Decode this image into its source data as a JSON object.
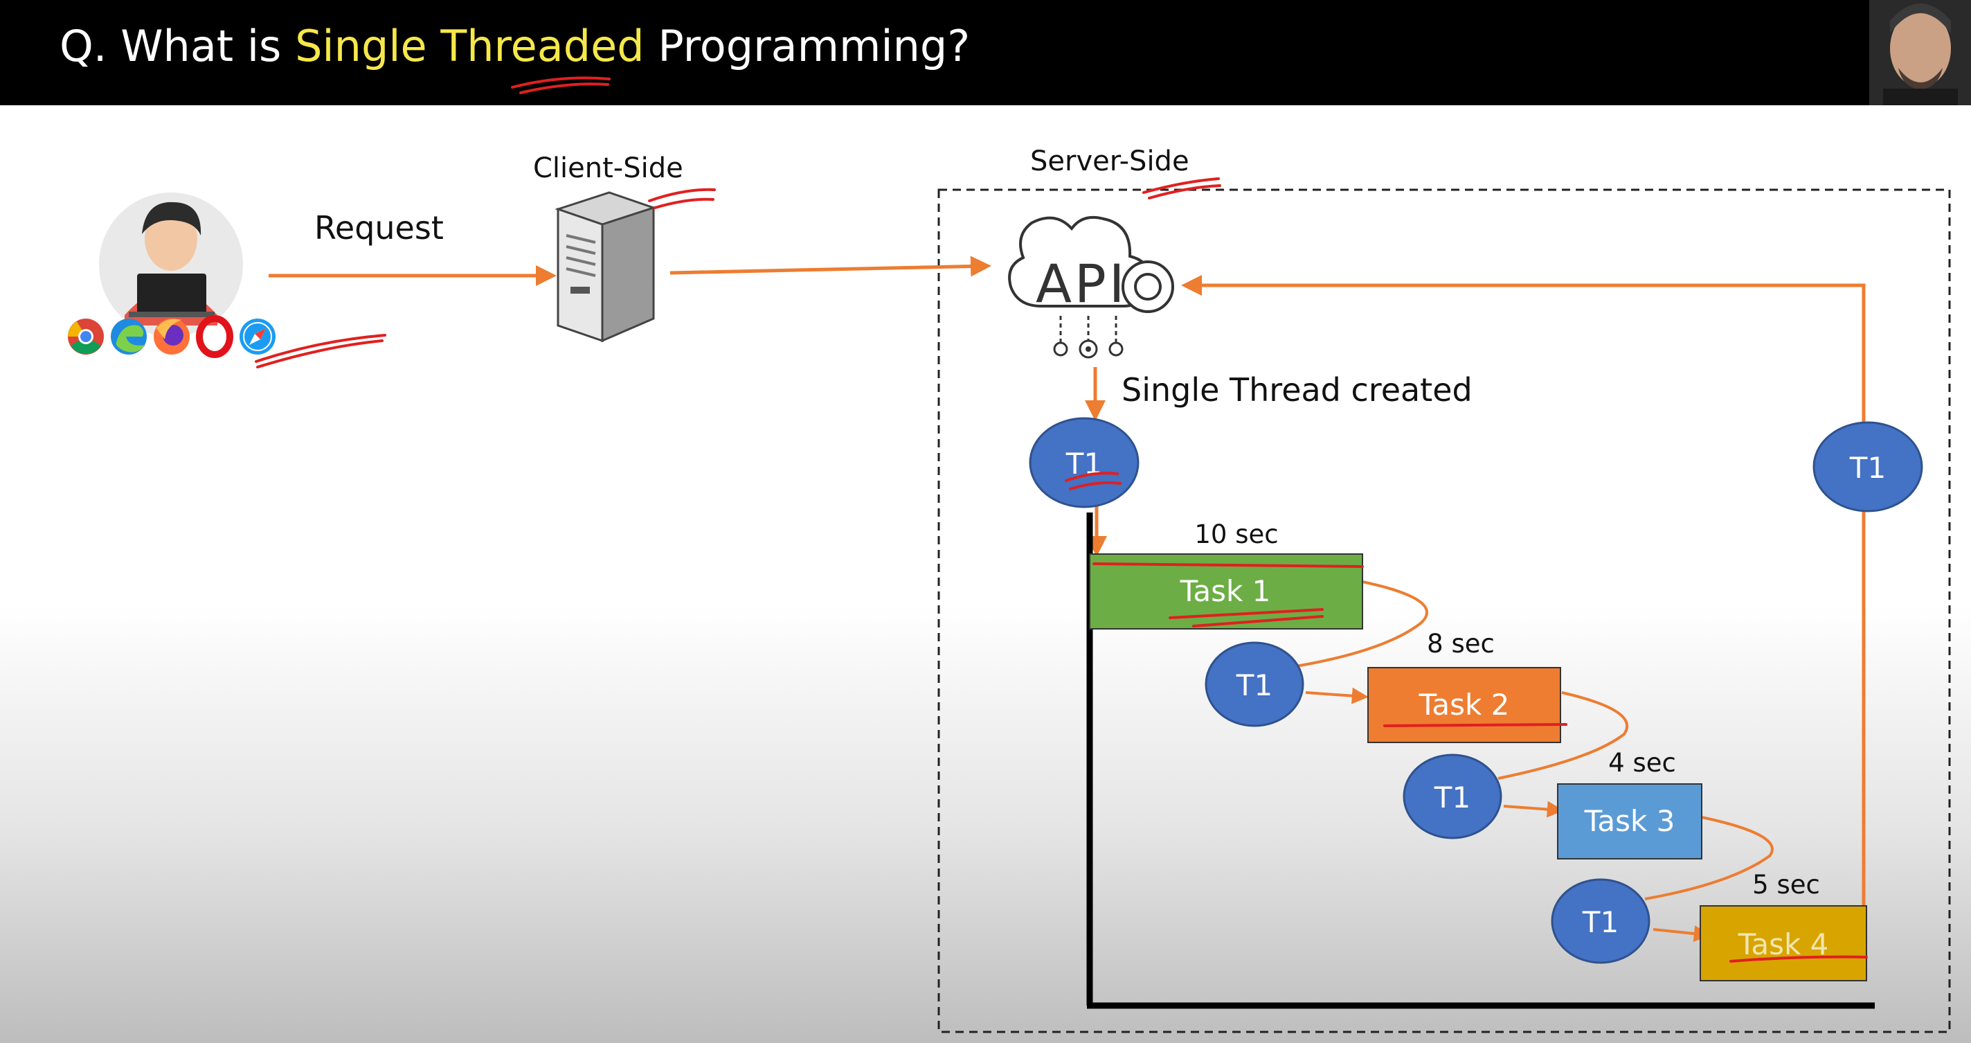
{
  "header": {
    "title_prefix": "Q. What is ",
    "title_highlight": "Single Threaded",
    "title_suffix": " Programming?",
    "background": "#000000",
    "highlight_color": "#f6e84a"
  },
  "client": {
    "request_label": "Request",
    "client_side_label": "Client-Side",
    "browser_icons": [
      "chrome-icon",
      "edge-icon",
      "firefox-icon",
      "opera-icon",
      "safari-icon"
    ]
  },
  "server": {
    "server_side_label": "Server-Side",
    "api_label": "API",
    "thread_created_label": "Single Thread created",
    "thread_label": "T1"
  },
  "tasks": [
    {
      "label": "Task 1",
      "duration": "10 sec",
      "color": "#6cae45"
    },
    {
      "label": "Task 2",
      "duration": "8 sec",
      "color": "#ee7d31"
    },
    {
      "label": "Task 3",
      "duration": "4 sec",
      "color": "#5b9bd5"
    },
    {
      "label": "Task 4",
      "duration": "5 sec",
      "color": "#d8a400"
    }
  ],
  "colors": {
    "arrow": "#ed7d31",
    "thread_fill": "#4472c4",
    "thread_stroke": "#2f528f",
    "annotation": "#e02020"
  }
}
